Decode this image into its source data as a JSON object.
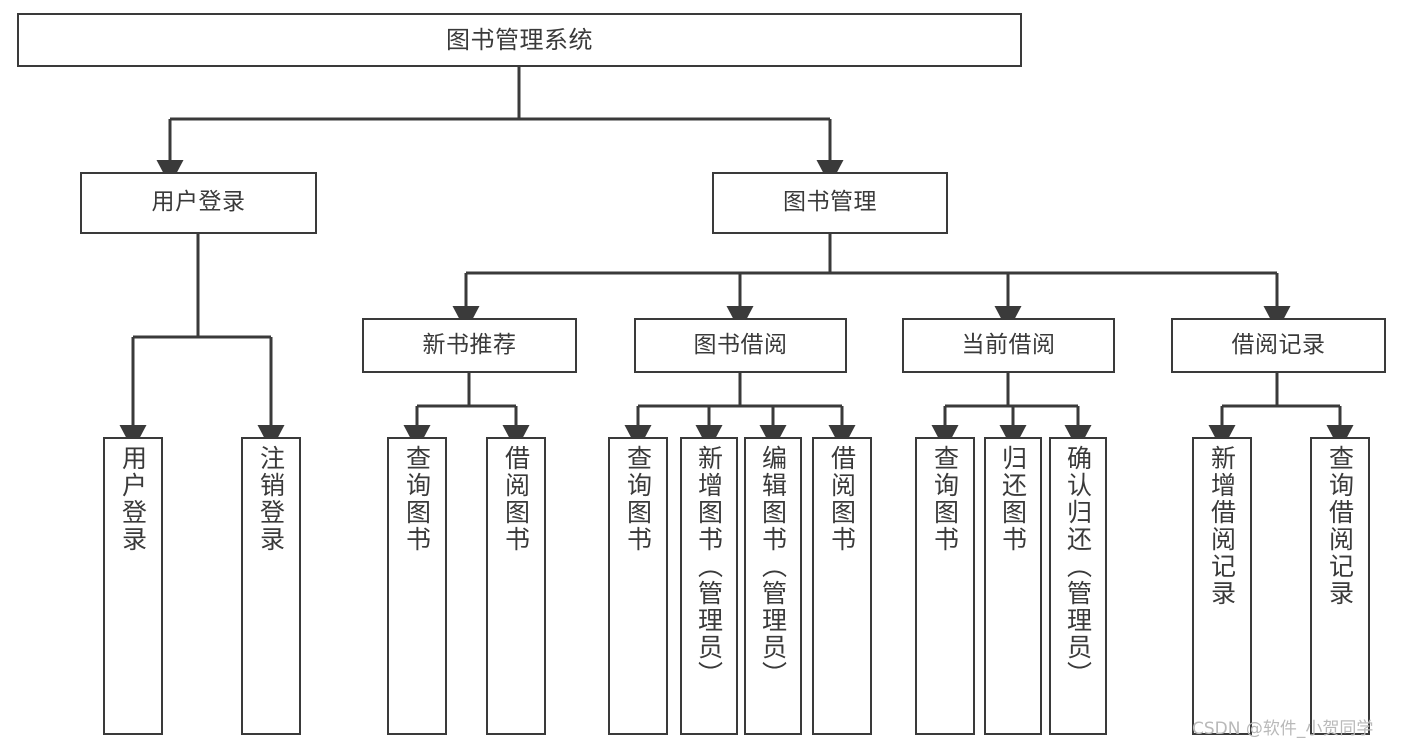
{
  "diagram": {
    "title": "图书管理系统",
    "type": "hierarchy-tree",
    "colors": {
      "stroke": "#3a3a3a",
      "fill": "#ffffff",
      "text": "#3a3a3a",
      "watermark": "#b9b9b9"
    },
    "levels": {
      "root": {
        "label": "图书管理系统"
      },
      "level1": [
        {
          "label": "用户登录"
        },
        {
          "label": "图书管理"
        }
      ],
      "level2": [
        {
          "label": "新书推荐"
        },
        {
          "label": "图书借阅"
        },
        {
          "label": "当前借阅"
        },
        {
          "label": "借阅记录"
        }
      ],
      "leaves": {
        "user_login": [
          {
            "label": "用户登录"
          },
          {
            "label": "注销登录"
          }
        ],
        "new_book_recommend": [
          {
            "label": "查询图书"
          },
          {
            "label": "借阅图书"
          }
        ],
        "book_borrow": [
          {
            "label": "查询图书"
          },
          {
            "label": "新增图书（管理员）"
          },
          {
            "label": "编辑图书（管理员）"
          },
          {
            "label": "借阅图书"
          }
        ],
        "current_borrow": [
          {
            "label": "查询图书"
          },
          {
            "label": "归还图书"
          },
          {
            "label": "确认归还（管理员）"
          }
        ],
        "borrow_records": [
          {
            "label": "新增借阅记录"
          },
          {
            "label": "查询借阅记录"
          }
        ]
      }
    }
  },
  "watermark": {
    "text": "CSDN @软件_小贺同学"
  }
}
